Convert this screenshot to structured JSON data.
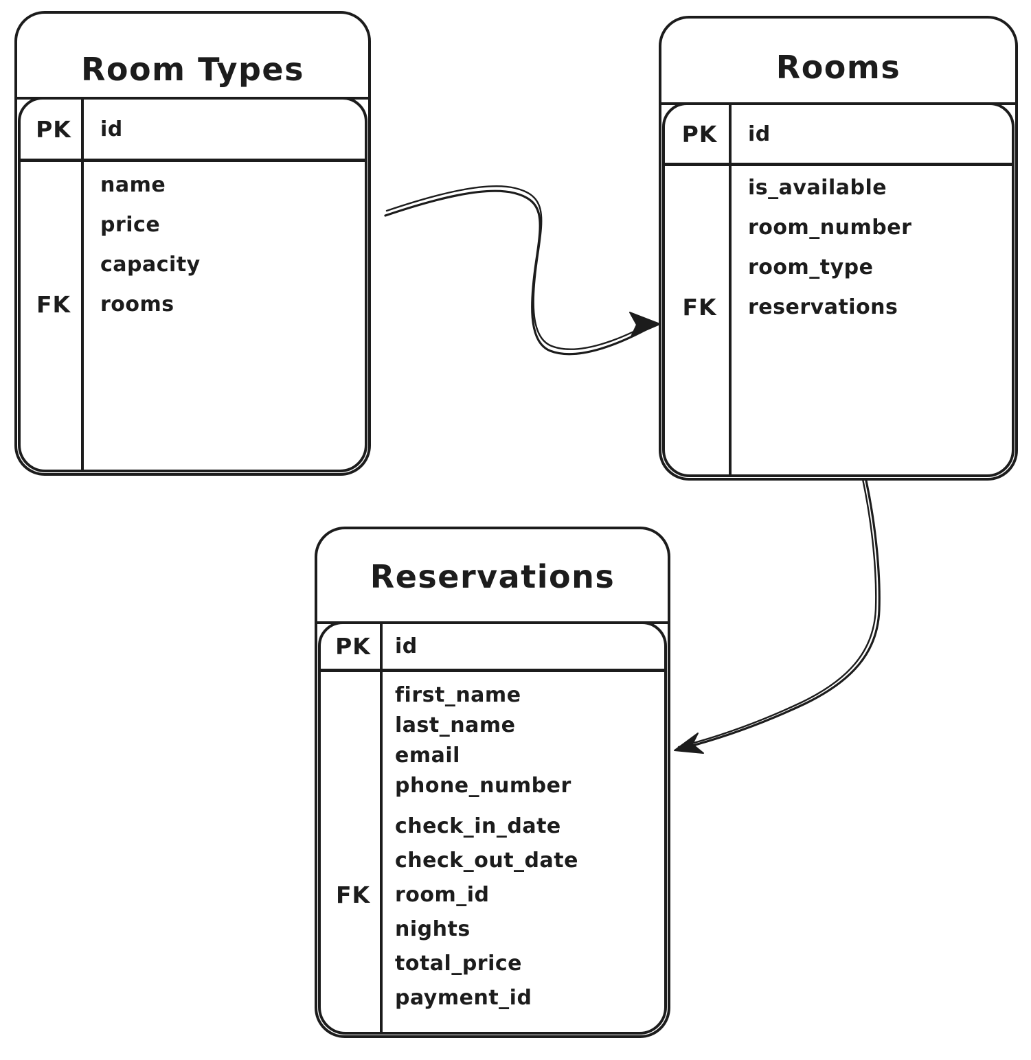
{
  "canvas": {
    "background": "#ffffff",
    "ink": "#1c1c1c"
  },
  "tables": [
    {
      "title": "Room Types",
      "pk_row": {
        "key": "PK",
        "field": "id"
      },
      "rows": [
        {
          "key": "",
          "field": "name"
        },
        {
          "key": "",
          "field": "price"
        },
        {
          "key": "",
          "field": "capacity"
        },
        {
          "key": "FK",
          "field": "rooms"
        }
      ]
    },
    {
      "title": "Rooms",
      "pk_row": {
        "key": "PK",
        "field": "id"
      },
      "rows": [
        {
          "key": "",
          "field": "is_available"
        },
        {
          "key": "",
          "field": "room_number"
        },
        {
          "key": "",
          "field": "room_type"
        },
        {
          "key": "FK",
          "field": "reservations"
        }
      ]
    },
    {
      "title": "Reservations",
      "pk_row": {
        "key": "PK",
        "field": "id"
      },
      "rows": [
        {
          "key": "",
          "field": "first_name"
        },
        {
          "key": "",
          "field": "last_name"
        },
        {
          "key": "",
          "field": "email"
        },
        {
          "key": "",
          "field": "phone_number"
        },
        {
          "key": "",
          "field": "check_in_date"
        },
        {
          "key": "",
          "field": "check_out_date"
        },
        {
          "key": "FK",
          "field": "room_id"
        },
        {
          "key": "",
          "field": "nights"
        },
        {
          "key": "",
          "field": "total_price"
        },
        {
          "key": "",
          "field": "payment_id"
        }
      ]
    }
  ],
  "relationships": [
    {
      "from": "Room Types",
      "to": "Rooms"
    },
    {
      "from": "Rooms",
      "to": "Reservations"
    }
  ]
}
